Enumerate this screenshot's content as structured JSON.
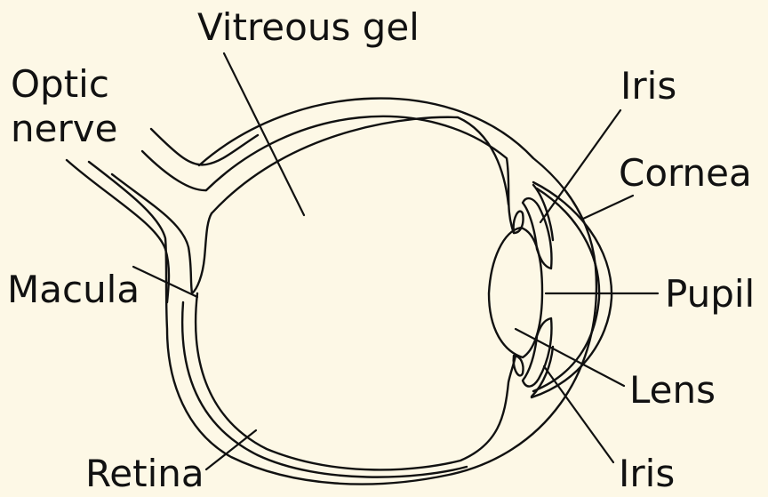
{
  "diagram": {
    "labels": {
      "vitreous_gel": "Vitreous gel",
      "optic": "Optic",
      "nerve": "nerve",
      "macula": "Macula",
      "retina": "Retina",
      "iris_top": "Iris",
      "cornea": "Cornea",
      "pupil": "Pupil",
      "lens": "Lens",
      "iris_bottom": "Iris"
    },
    "colors": {
      "background": "#fdf8e6",
      "ink": "#111111"
    }
  }
}
